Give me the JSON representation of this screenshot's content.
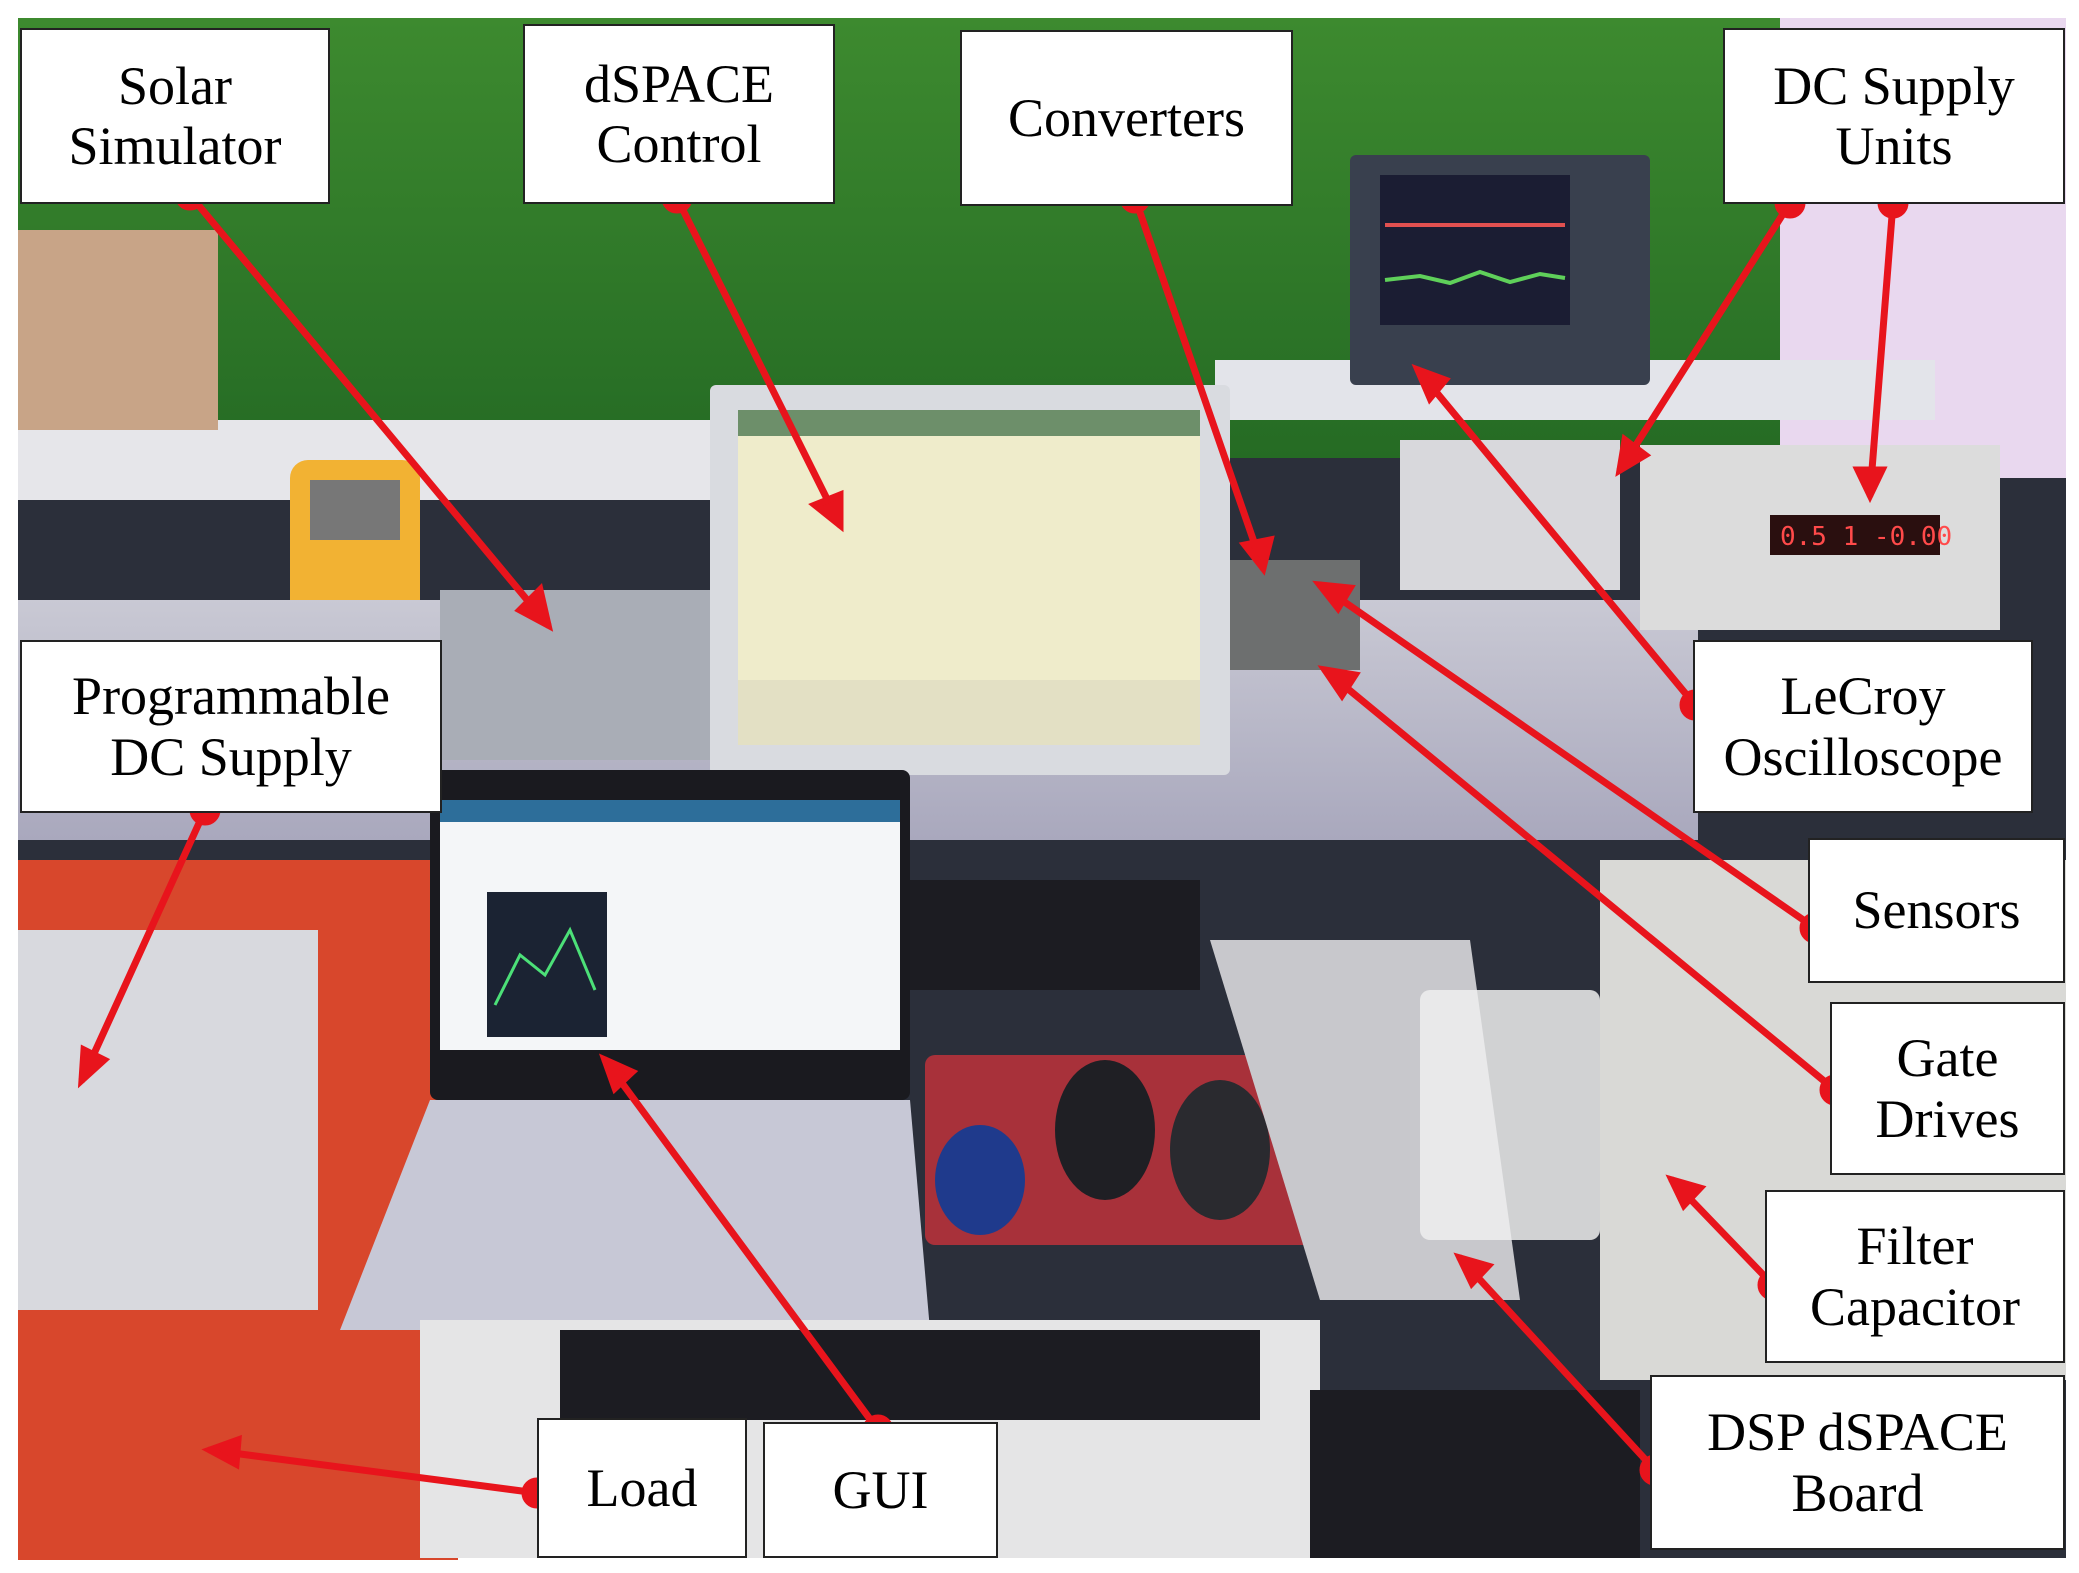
{
  "labels": {
    "solar_simulator": "Solar\nSimulator",
    "dspace_control": "dSPACE\nControl",
    "converters": "Converters",
    "dc_supply_units": "DC Supply\nUnits",
    "programmable_dc_supply": "Programmable\nDC Supply",
    "lecroy_oscilloscope": "LeCroy\nOscilloscope",
    "sensors": "Sensors",
    "gate_drives": "Gate\nDrives",
    "filter_capacitor": "Filter\nCapacitor",
    "dsp_dspace_board": "DSP dSPACE\nBoard",
    "load": "Load",
    "gui": "GUI"
  },
  "scope_display": "0.5 1 -0.00",
  "colors": {
    "annotation": "#e8141c",
    "backdrop_green": "#2f7d2a",
    "bench_red": "#d8472c"
  }
}
